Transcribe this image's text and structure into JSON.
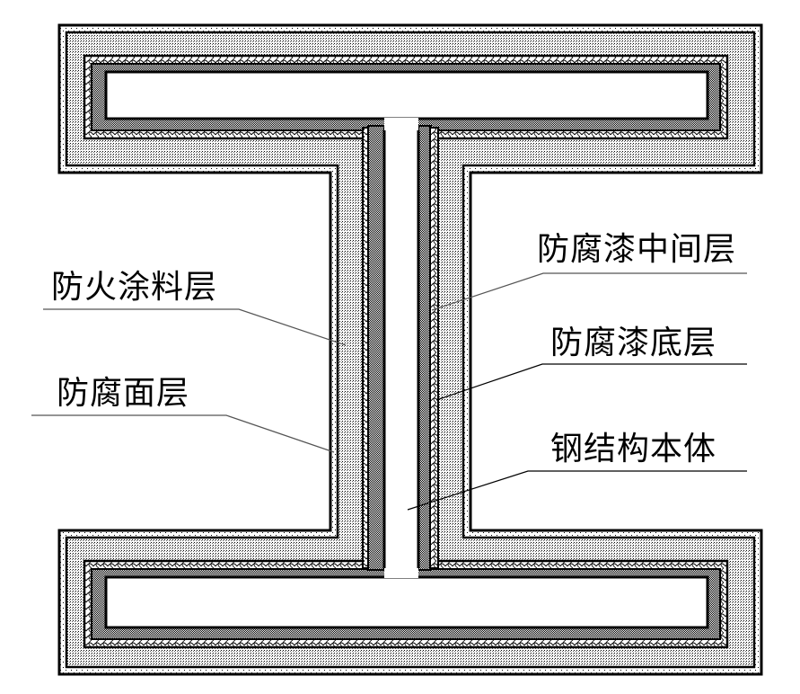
{
  "diagram": {
    "type": "cross-section",
    "subject": "I-beam steel section with protective coating layers",
    "colors": {
      "background": "#ffffff",
      "outline": "#000000",
      "leader": "#555555"
    },
    "layers": [
      {
        "id": "fireproof_outer_skin",
        "pattern": "sparse-dots"
      },
      {
        "id": "fireproof",
        "pattern": "dense-dots"
      },
      {
        "id": "anticorrosion_mid",
        "pattern": "rope"
      },
      {
        "id": "anticorrosion_primer",
        "pattern": "checker"
      },
      {
        "id": "steel",
        "pattern": "white"
      }
    ],
    "labels": {
      "fireproof_coating": "防火涂料层",
      "anticorrosion_top": "防腐面层",
      "anticorrosion_middle": "防腐漆中间层",
      "anticorrosion_primer": "防腐漆底层",
      "steel_body": "钢结构本体"
    }
  }
}
